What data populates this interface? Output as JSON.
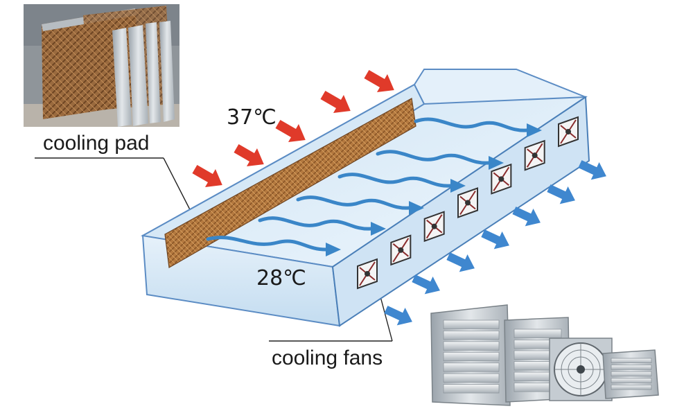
{
  "labels": {
    "cooling_pad": "cooling pad",
    "cooling_fans": "cooling fans",
    "inlet_temperature": "37℃",
    "outlet_temperature": "28℃"
  },
  "colors": {
    "hot_air_arrow": "#e03a2a",
    "exhaust_arrow": "#3f87cf",
    "airflow_wave": "#3a86c8",
    "building_fill": "#d9ebf8",
    "building_edge": "#4a7fb8",
    "pad_fill": "#b07a44",
    "fan_frame": "#6b6b6b",
    "sheet_metal": "#c9cfd4"
  },
  "icons": {
    "hot_air": "red-arrow-icon",
    "exhaust_air": "blue-arrow-icon",
    "airflow": "wave-arrow-icon",
    "fan": "exhaust-fan-icon"
  }
}
